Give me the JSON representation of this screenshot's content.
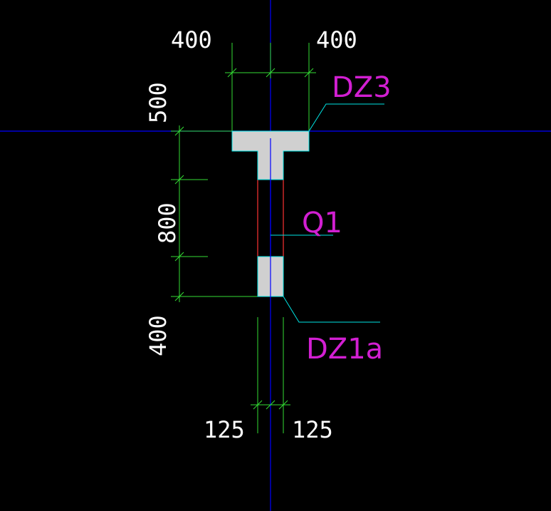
{
  "colors": {
    "background": "#000000",
    "axis": "#0000ff",
    "dimension": "#33dd33",
    "leader": "#00e5e5",
    "fill": "#d0d0d0",
    "wall": "#ff3333",
    "text": "#ffffff",
    "tag": "#d21fd2"
  },
  "dimensions": {
    "top_left": "400",
    "top_right": "400",
    "left_top": "500",
    "left_mid": "800",
    "left_bottom": "400",
    "bottom_left": "125",
    "bottom_right": "125"
  },
  "tags": {
    "column_top": "DZ3",
    "wall": "Q1",
    "column_bottom": "DZ1a"
  }
}
